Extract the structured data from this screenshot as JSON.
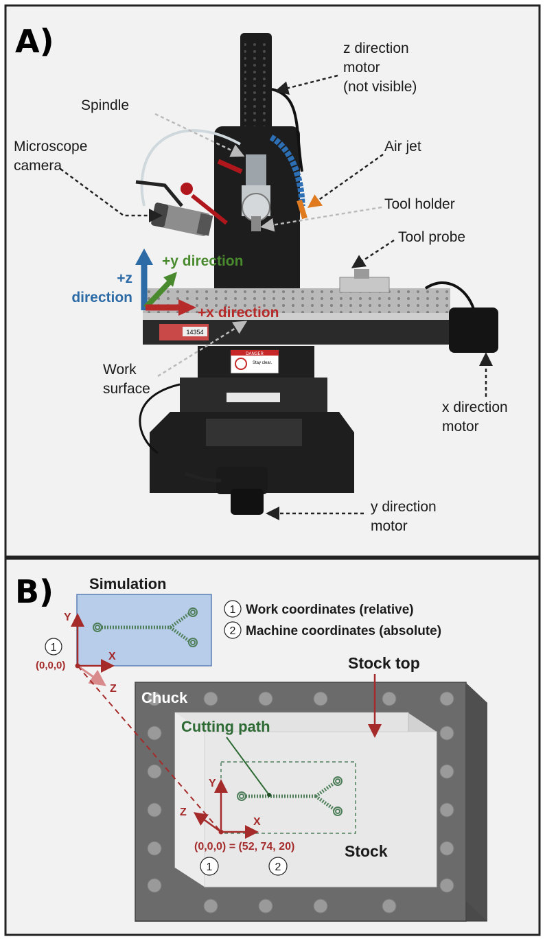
{
  "panel_a": {
    "letter": "A)",
    "labels": {
      "z_motor": [
        "z direction",
        "motor",
        "(not visible)"
      ],
      "spindle": "Spindle",
      "microscope": [
        "Microscope",
        "camera"
      ],
      "air_jet": "Air jet",
      "tool_holder": "Tool holder",
      "tool_probe": "Tool probe",
      "plus_z": [
        "+z",
        "direction"
      ],
      "plus_y": "+y direction",
      "plus_x": "+x direction",
      "work_surface": [
        "Work",
        "surface"
      ],
      "x_motor": [
        "x direction",
        "motor"
      ],
      "y_motor": [
        "y direction",
        "motor"
      ]
    },
    "machine_text": {
      "serial": "14354",
      "danger": "DANGER",
      "stay_clear": "Stay clear."
    },
    "colors": {
      "z_axis": "#2d6ba6",
      "y_axis": "#4a8a2e",
      "x_axis": "#b62a2a"
    }
  },
  "panel_b": {
    "letter": "B)",
    "simulation": "Simulation",
    "legend": [
      {
        "num": "1",
        "text": "Work coordinates (relative)"
      },
      {
        "num": "2",
        "text": "Machine coordinates (absolute)"
      }
    ],
    "sim_axes": {
      "y": "Y",
      "x": "X",
      "z": "Z",
      "origin": "(0,0,0)",
      "marker": "1"
    },
    "stock_top": "Stock top",
    "chuck": "Chuck",
    "cutting_path": "Cutting path",
    "stock_axes": {
      "y": "Y",
      "x": "X",
      "z": "Z",
      "origin": "(0,0,0) = (52, 74, 20)"
    },
    "stock": "Stock",
    "markers": [
      "1",
      "2"
    ],
    "colors": {
      "axis": "#a52a2a",
      "cutting": "#2e6b34",
      "sim_fill": "#b8cdea",
      "chuck": "#6b6b6b"
    }
  }
}
